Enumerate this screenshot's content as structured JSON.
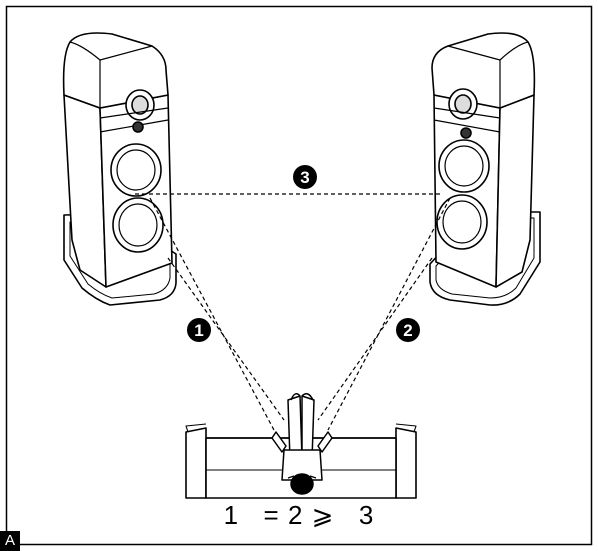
{
  "diagram": {
    "markers": [
      {
        "id": "1",
        "label": "1"
      },
      {
        "id": "2",
        "label": "2"
      },
      {
        "id": "3",
        "label": "3"
      }
    ],
    "formula": {
      "a": "1",
      "eq": "=",
      "b": "2",
      "ge": "⩾",
      "c": "3"
    },
    "corner_label": "A",
    "colors": {
      "line": "#000000",
      "background": "#ffffff",
      "marker_fill": "#000000",
      "marker_text": "#ffffff"
    }
  }
}
